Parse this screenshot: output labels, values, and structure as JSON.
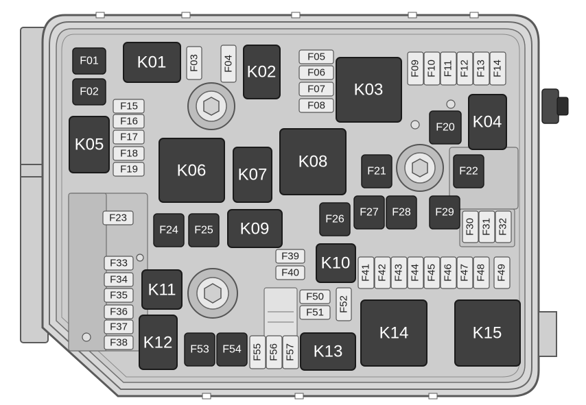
{
  "colors": {
    "background": "#ffffff",
    "housing_fill": "#d8d8d8",
    "housing_stroke": "#5a5a5a",
    "panel_fill": "#c9c9c9",
    "relay_fill": "#404040",
    "relay_stroke": "#1a1a1a",
    "relay_text": "#ffffff",
    "small_fuse_fill": "#ececec",
    "small_fuse_stroke": "#555555",
    "small_fuse_text": "#222222",
    "mini_fuse_fill": "#3d3d3d",
    "mini_fuse_text": "#ffffff"
  },
  "icons": [
    "bolt-icon",
    "mounting-bolt-icon",
    "connector-icon",
    "slot-icon"
  ],
  "relays": {
    "K01": "K01",
    "K02": "K02",
    "K03": "K03",
    "K04": "K04",
    "K05": "K05",
    "K06": "K06",
    "K07": "K07",
    "K08": "K08",
    "K09": "K09",
    "K10": "K10",
    "K11": "K11",
    "K12": "K12",
    "K13": "K13",
    "K14": "K14",
    "K15": "K15"
  },
  "mini_fuses": {
    "F01": "F01",
    "F02": "F02",
    "F20": "F20",
    "F21": "F21",
    "F22": "F22",
    "F24": "F24",
    "F25": "F25",
    "F26": "F26",
    "F27": "F27",
    "F28": "F28",
    "F29": "F29",
    "F53": "F53",
    "F54": "F54"
  },
  "small_fuses": {
    "F03": "F03",
    "F04": "F04",
    "F05": "F05",
    "F06": "F06",
    "F07": "F07",
    "F08": "F08",
    "F09": "F09",
    "F10": "F10",
    "F11": "F11",
    "F12": "F12",
    "F13": "F13",
    "F14": "F14",
    "F15": "F15",
    "F16": "F16",
    "F17": "F17",
    "F18": "F18",
    "F19": "F19",
    "F23": "F23",
    "F30": "F30",
    "F31": "F31",
    "F32": "F32",
    "F33": "F33",
    "F34": "F34",
    "F35": "F35",
    "F36": "F36",
    "F37": "F37",
    "F38": "F38",
    "F39": "F39",
    "F40": "F40",
    "F41": "F41",
    "F42": "F42",
    "F43": "F43",
    "F44": "F44",
    "F45": "F45",
    "F46": "F46",
    "F47": "F47",
    "F48": "F48",
    "F49": "F49",
    "F50": "F50",
    "F51": "F51",
    "F52": "F52",
    "F55": "F55",
    "F56": "F56",
    "F57": "F57"
  }
}
